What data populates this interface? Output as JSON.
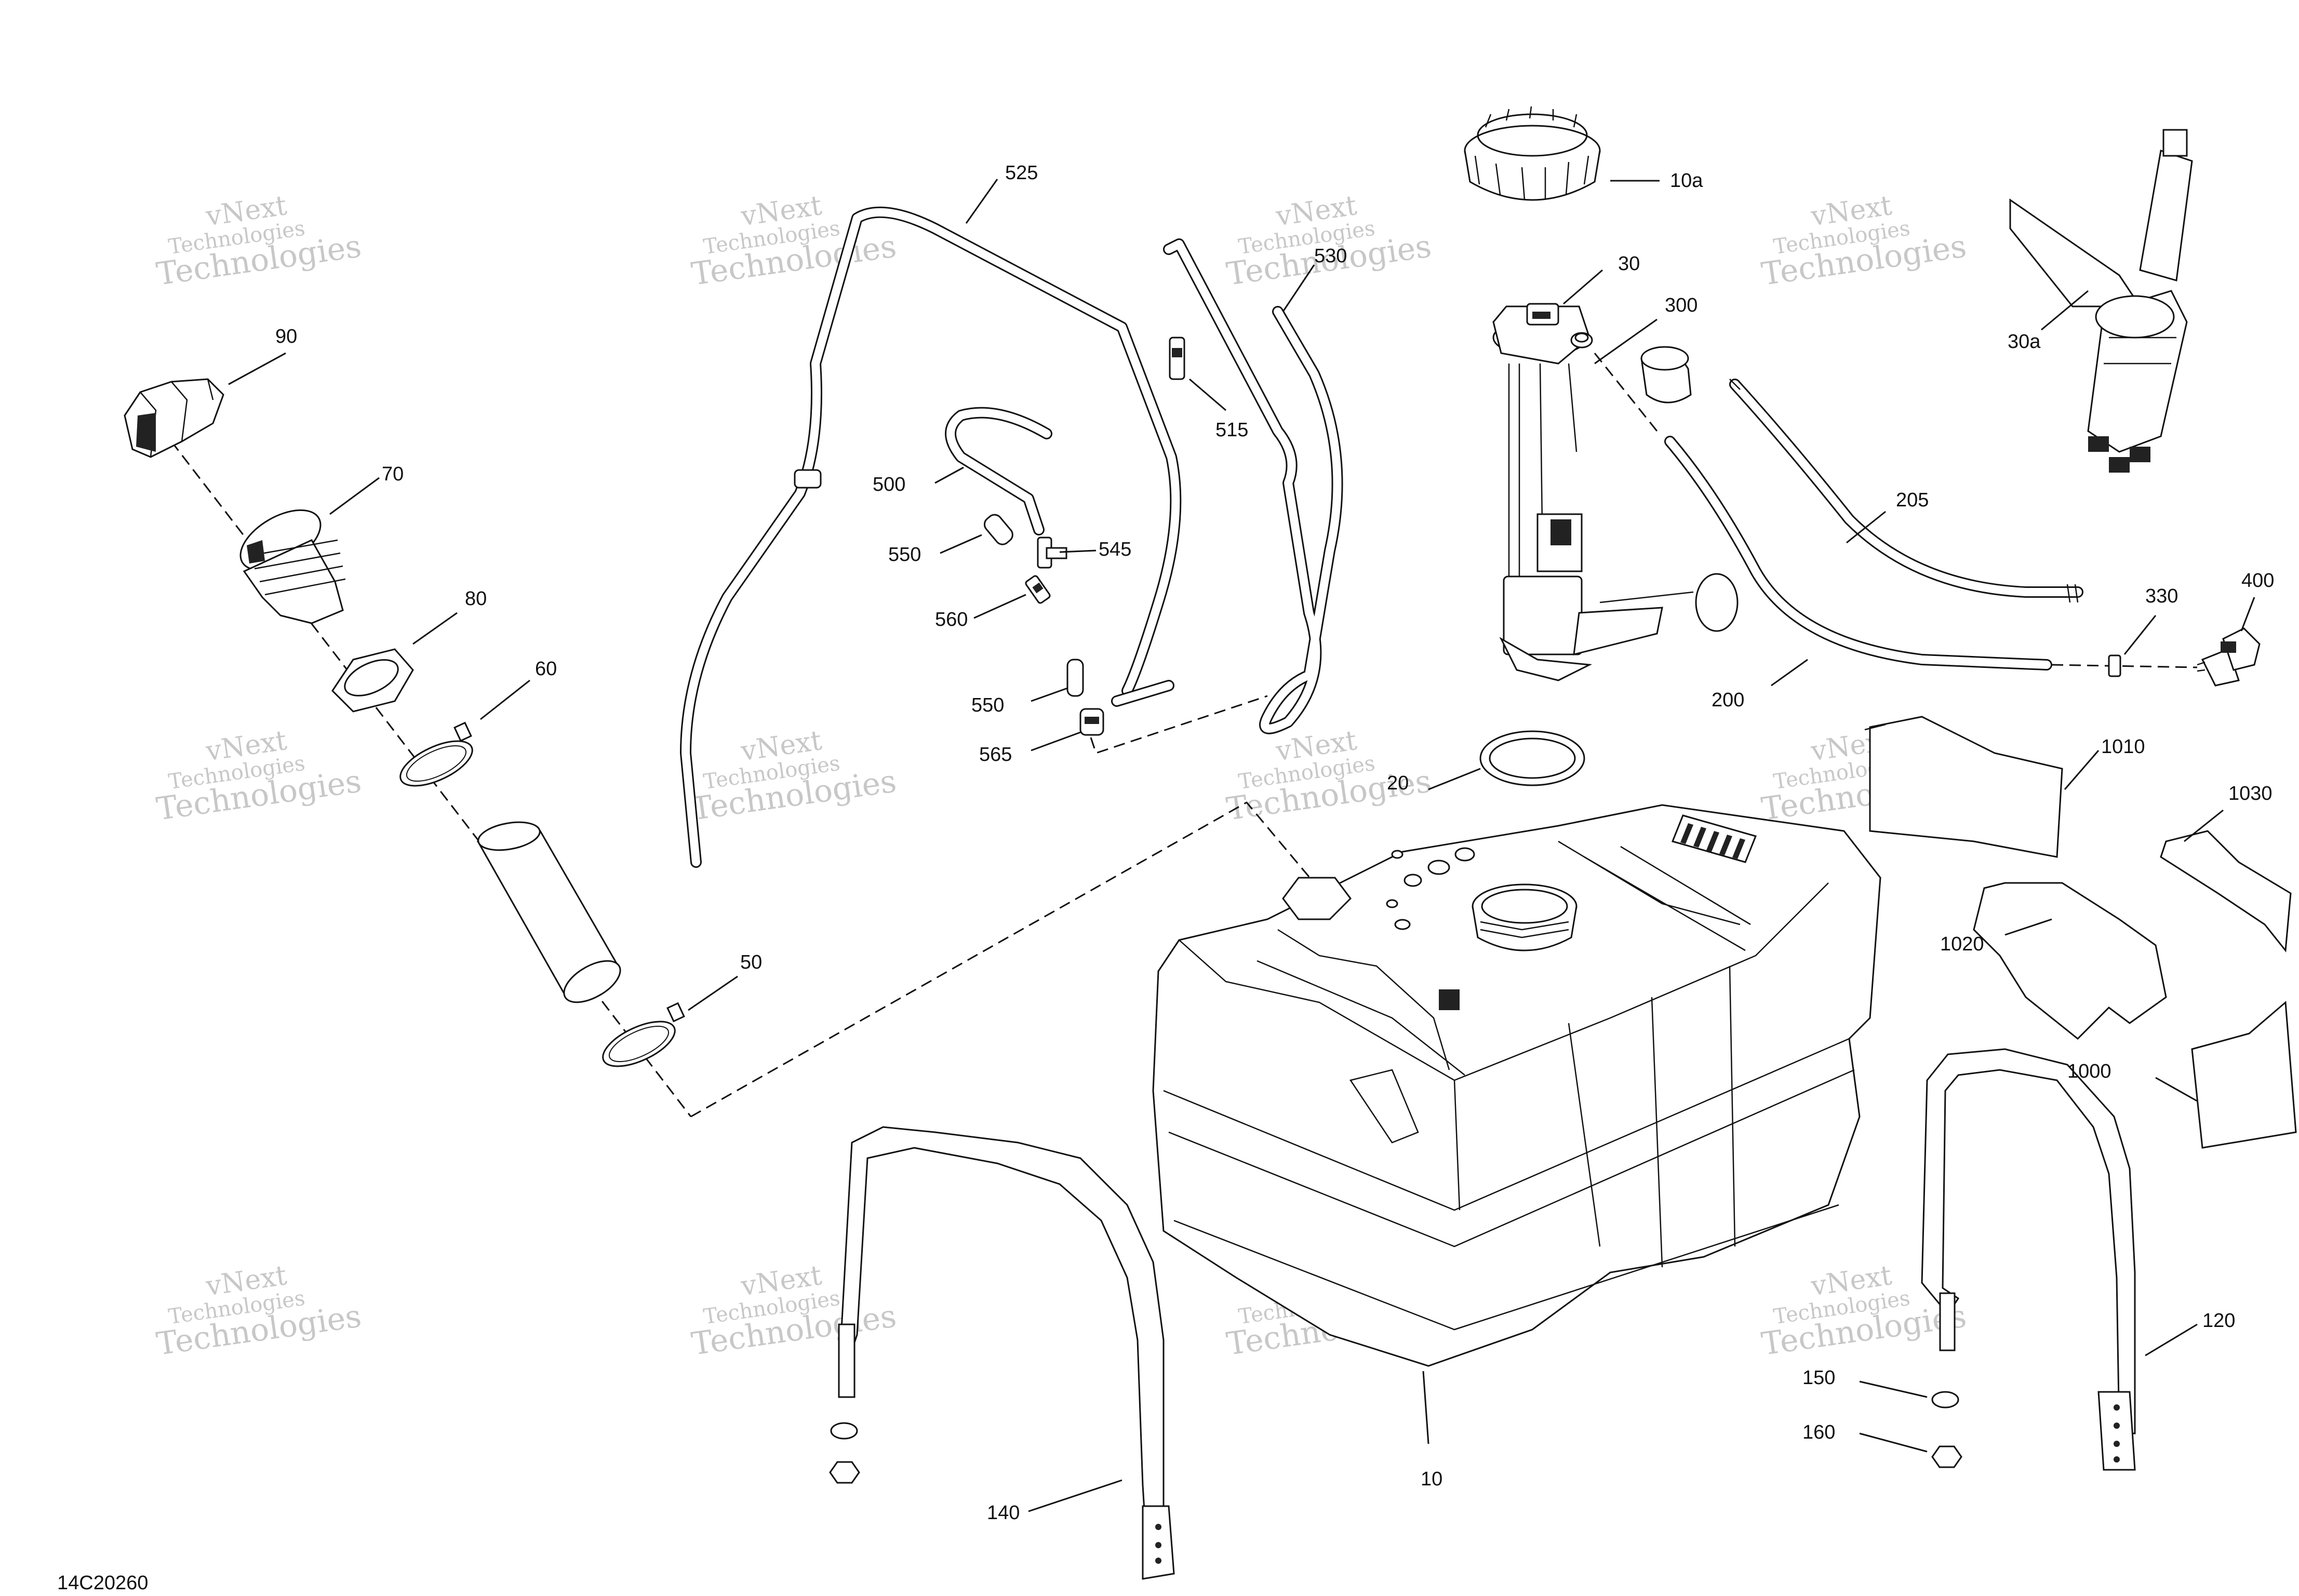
{
  "diagram_code": "14C20260",
  "watermark": {
    "line1": "vNext",
    "line2": "Technologies"
  },
  "callouts": {
    "p90": "90",
    "p70": "70",
    "p80": "80",
    "p60": "60",
    "p50": "50",
    "p525": "525",
    "p530": "530",
    "p515": "515",
    "p500": "500",
    "p545": "545",
    "p550a": "550",
    "p560": "560",
    "p550b": "550",
    "p565": "565",
    "p10a": "10a",
    "p30": "30",
    "p300": "300",
    "p30a": "30a",
    "p205": "205",
    "p200": "200",
    "p330": "330",
    "p400": "400",
    "p20": "20",
    "p1010": "1010",
    "p1030": "1030",
    "p1020": "1020",
    "p1000": "1000",
    "p10": "10",
    "p120": "120",
    "p150": "150",
    "p160": "160",
    "p140": "140"
  }
}
